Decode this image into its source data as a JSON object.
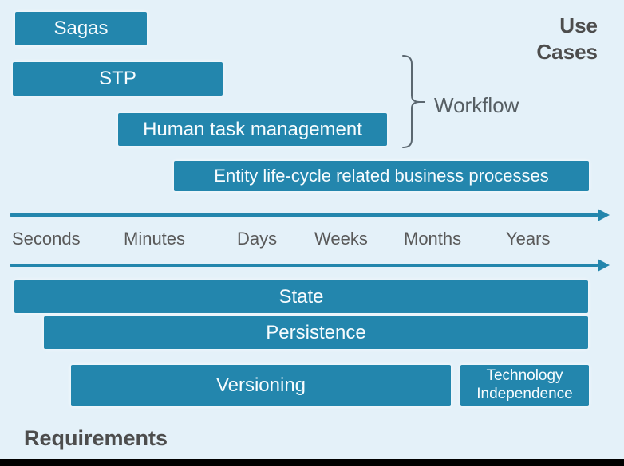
{
  "headings": {
    "use_cases": "Use Cases",
    "requirements": "Requirements"
  },
  "use_case_bars": [
    {
      "label": "Sagas"
    },
    {
      "label": "STP"
    },
    {
      "label": "Human task management"
    },
    {
      "label": "Entity life-cycle related business processes"
    }
  ],
  "workflow": {
    "label": "Workflow"
  },
  "timeline": {
    "labels": [
      "Seconds",
      "Minutes",
      "Days",
      "Weeks",
      "Months",
      "Years"
    ]
  },
  "requirement_bars": [
    {
      "label": "State"
    },
    {
      "label": "Persistence"
    },
    {
      "label": "Versioning"
    },
    {
      "label": "Technology Independence"
    }
  ],
  "colors": {
    "background": "#e4f1f9",
    "bar": "#2386ad",
    "bar_text": "#f7fcfe",
    "axis": "#2386ad",
    "muted_text": "#595959",
    "heading_text": "#4d4d4d",
    "footer": "#000000"
  }
}
